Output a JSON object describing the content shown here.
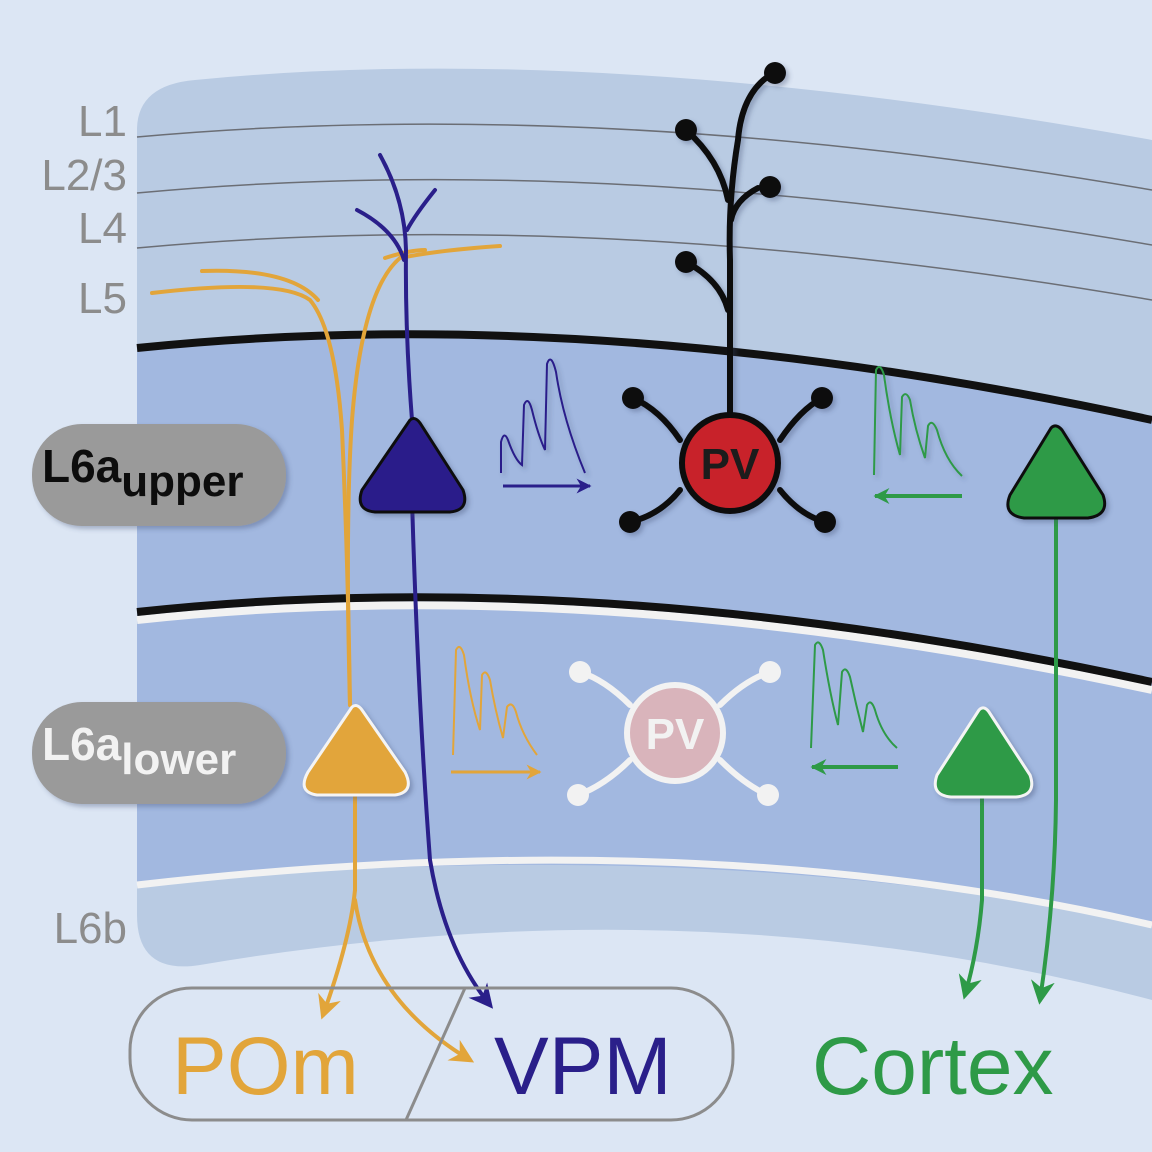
{
  "diagram": {
    "layer_labels": {
      "l1": "L1",
      "l23": "L2/3",
      "l4": "L4",
      "l5": "L5",
      "l6b": "L6b"
    },
    "sublayer_pills": {
      "upper": {
        "main": "L6a",
        "sub": "upper",
        "text_color": "#111111",
        "bg_color": "#9a9a9a"
      },
      "lower": {
        "main": "L6a",
        "sub": "lower",
        "text_color": "#f2f2f2",
        "bg_color": "#9a9a9a"
      }
    },
    "interneurons": {
      "upper_pv": {
        "label": "PV",
        "fill": "#c8232a",
        "stroke": "#111111",
        "state": "active"
      },
      "lower_pv": {
        "label": "PV",
        "fill": "#d9b4bb",
        "stroke": "#f2f2f2",
        "state": "inactive"
      }
    },
    "neurons": {
      "upper_vpm_projecting": {
        "color": "#2a1f8a",
        "target": "VPM"
      },
      "lower_pom_projecting": {
        "color": "#e2a53a",
        "targets": [
          "POm",
          "VPM"
        ]
      },
      "upper_cc": {
        "color": "#2e9a47",
        "target": "Cortex"
      },
      "lower_cc": {
        "color": "#2e9a47",
        "target": "Cortex"
      }
    },
    "psp_traces": {
      "upper_left": {
        "color": "#2a1f8a",
        "pattern": "facilitating",
        "direction": "right"
      },
      "upper_right": {
        "color": "#2e9a47",
        "pattern": "depressing",
        "direction": "left"
      },
      "lower_left": {
        "color": "#e2a53a",
        "pattern": "depressing",
        "direction": "right"
      },
      "lower_right": {
        "color": "#2e9a47",
        "pattern": "depressing",
        "direction": "left"
      }
    },
    "targets": {
      "thalamus_box": {
        "pom": "POm",
        "vpm": "VPM",
        "pom_color": "#e2a53a",
        "vpm_color": "#2a1f8a"
      },
      "cortex": {
        "label": "Cortex",
        "color": "#2e9a47"
      }
    },
    "colors": {
      "background": "#dce6f4",
      "upper_layers": "#b9cbe3",
      "layer6a": "#a2b8e0",
      "layer6b": "#b9cbe3",
      "boundary": "#111111",
      "thin_line": "#6b6e75",
      "label_grey": "#8c8c8c"
    }
  }
}
